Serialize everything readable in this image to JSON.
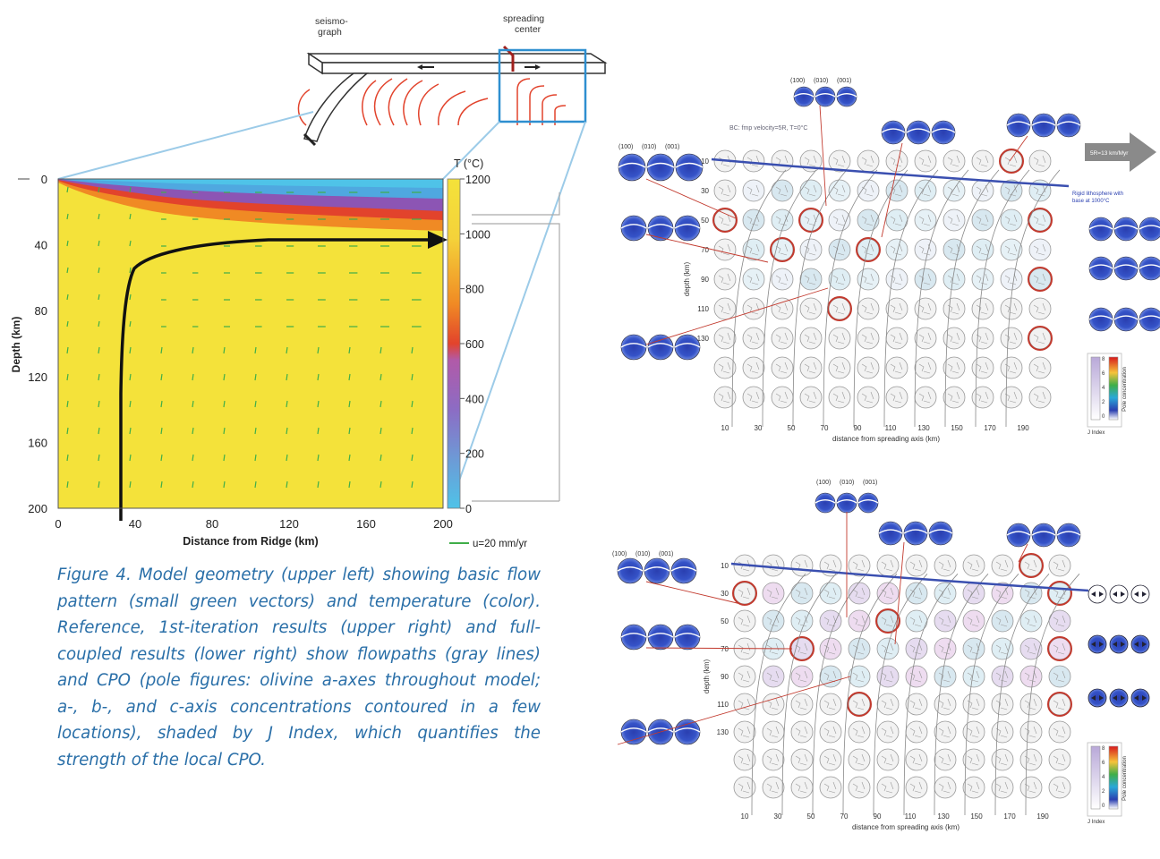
{
  "block_diagram": {
    "seismograph_label_line1": "seismo-",
    "seismograph_label_line2": "graph",
    "spreading_label_line1": "spreading",
    "spreading_label_line2": "center"
  },
  "model_chart": {
    "ylabel": "Depth (km)",
    "xlabel": "Distance from Ridge (km)",
    "y_ticks": [
      "0",
      "40",
      "80",
      "120",
      "160",
      "200"
    ],
    "x_ticks": [
      "0",
      "40",
      "80",
      "120",
      "160",
      "200"
    ],
    "colorbar_title": "T (°C)",
    "colorbar_ticks": [
      "1200",
      "1000",
      "800",
      "600",
      "400",
      "200",
      "0"
    ],
    "vector_legend": "u=20 mm/yr",
    "colors": {
      "hot": "#f4e23a",
      "warm_orange": "#f08a24",
      "red": "#e2432c",
      "purple": "#8c55b4",
      "cold_blue": "#4fc3e8",
      "vector": "#3fae49",
      "outline": "#8fc4e0"
    }
  },
  "chart_data": {
    "type": "heatmap",
    "xlabel": "Distance from Ridge (km)",
    "ylabel": "Depth (km)",
    "xlim": [
      0,
      200
    ],
    "ylim": [
      200,
      0
    ],
    "colorbar_label": "T (°C)",
    "colorbar_range": [
      0,
      1200
    ],
    "flowpath": {
      "x": [
        35,
        35,
        36,
        38,
        45,
        60,
        90,
        140,
        200
      ],
      "y": [
        200,
        120,
        80,
        60,
        45,
        38,
        35,
        34,
        34
      ]
    },
    "vector_scale": "u=20 mm/yr"
  },
  "panel_upper": {
    "axes_header": [
      "(100)",
      "(010)",
      "(001)"
    ],
    "top_note": "BC: fmp velocity=5R, T=0°C",
    "arrow_label": "5R=13 km/Myr",
    "lith_label_line1": "Rigid lithosphere with",
    "lith_label_line2": "base at 1000°C",
    "y_ticks": [
      "10",
      "30",
      "50",
      "70",
      "90",
      "110",
      "130"
    ],
    "x_ticks": [
      "10",
      "30",
      "50",
      "70",
      "90",
      "110",
      "130",
      "150",
      "170",
      "190"
    ],
    "ylabel": "depth (km)",
    "xlabel": "distance from spreading axis (km)",
    "jindex_label": "J Index",
    "pole_label": "Pole concentration",
    "jindex_ticks": [
      "8",
      "6",
      "4",
      "2",
      "0"
    ],
    "pole_ticks": [
      "8",
      "6",
      "4",
      "2",
      "0"
    ]
  },
  "panel_lower": {
    "axes_header": [
      "(100)",
      "(010)",
      "(001)"
    ],
    "y_ticks": [
      "10",
      "30",
      "50",
      "70",
      "90",
      "110",
      "130"
    ],
    "x_ticks": [
      "10",
      "30",
      "50",
      "70",
      "90",
      "110",
      "130",
      "150",
      "170",
      "190"
    ],
    "ylabel": "depth (km)",
    "xlabel": "distance from spreading axis (km)",
    "jindex_label": "J Index",
    "pole_label": "Pole concentration",
    "jindex_ticks": [
      "8",
      "6",
      "4",
      "2",
      "0"
    ],
    "pole_ticks": [
      "8",
      "6",
      "4",
      "2",
      "0"
    ]
  },
  "caption": "Figure 4. Model geometry (upper left) showing basic flow pattern (small green vectors) and temperature (color). Reference, 1st-iteration results (upper right) and full-coupled results (lower right) show flowpaths (gray lines) and CPO (pole figures: olivine a-axes throughout model; a-, b-, and c-axis concentrations contoured in a few locations), shaded by J Index, which quantifies the strength of the local CPO."
}
